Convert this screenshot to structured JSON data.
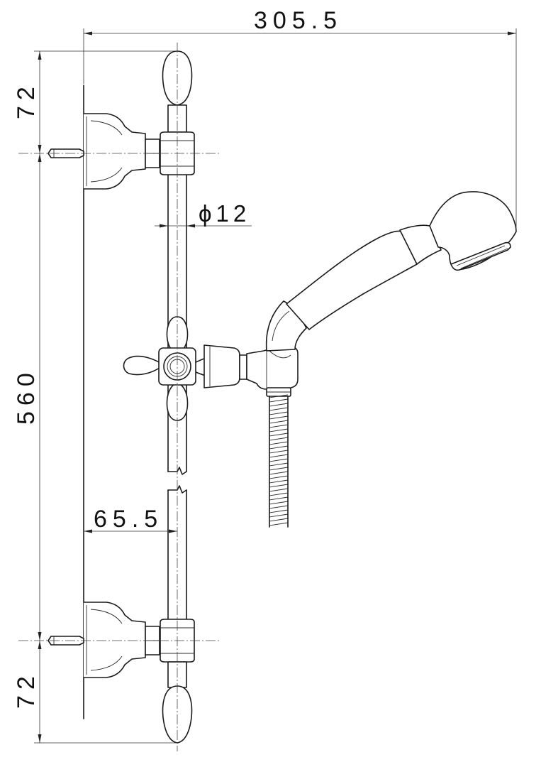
{
  "dimensions": {
    "overall_width": "305.5",
    "top_offset": "72",
    "bar_length": "560",
    "bottom_offset": "72",
    "wall_to_bar": "65.5",
    "bar_diameter": "ϕ12"
  },
  "colors": {
    "line": "#1a1a1a",
    "background": "#ffffff"
  }
}
